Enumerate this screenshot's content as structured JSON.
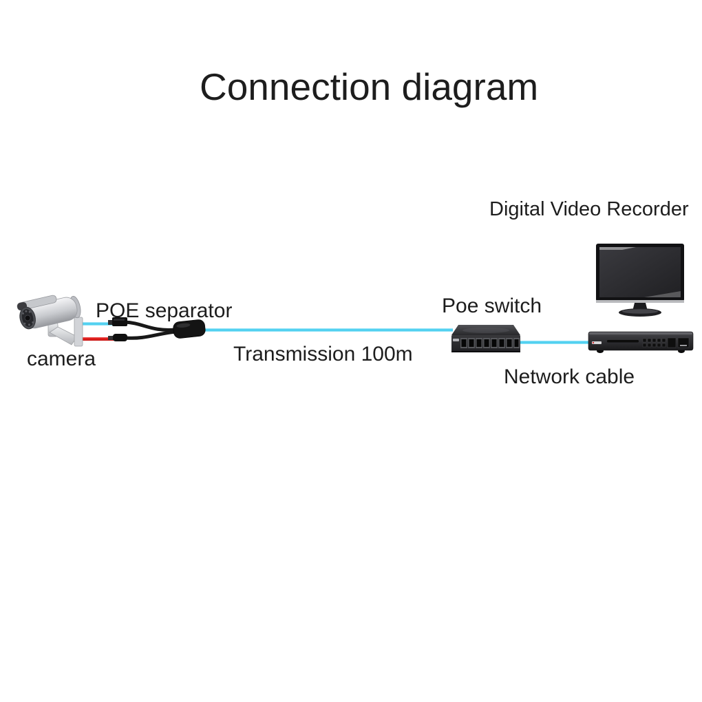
{
  "title": "Connection diagram",
  "labels": {
    "camera": "camera",
    "poe_separator": "POE separator",
    "transmission": "Transmission 100m",
    "poe_switch": "Poe switch",
    "digital_video_recorder": "Digital Video Recorder",
    "network_cable": "Network cable"
  },
  "colors": {
    "background": "#ffffff",
    "text": "#1d1d1d",
    "network_cable": "#4fd0f0",
    "power_cable": "#e3201f"
  },
  "connections": [
    {
      "from": "camera",
      "to": "poe-separator",
      "cables": [
        "network",
        "power"
      ]
    },
    {
      "from": "poe-separator",
      "to": "poe-switch",
      "cables": [
        "network"
      ],
      "caption": "Transmission 100m"
    },
    {
      "from": "poe-switch",
      "to": "digital-video-recorder",
      "cables": [
        "network"
      ],
      "caption": "Network cable"
    }
  ]
}
